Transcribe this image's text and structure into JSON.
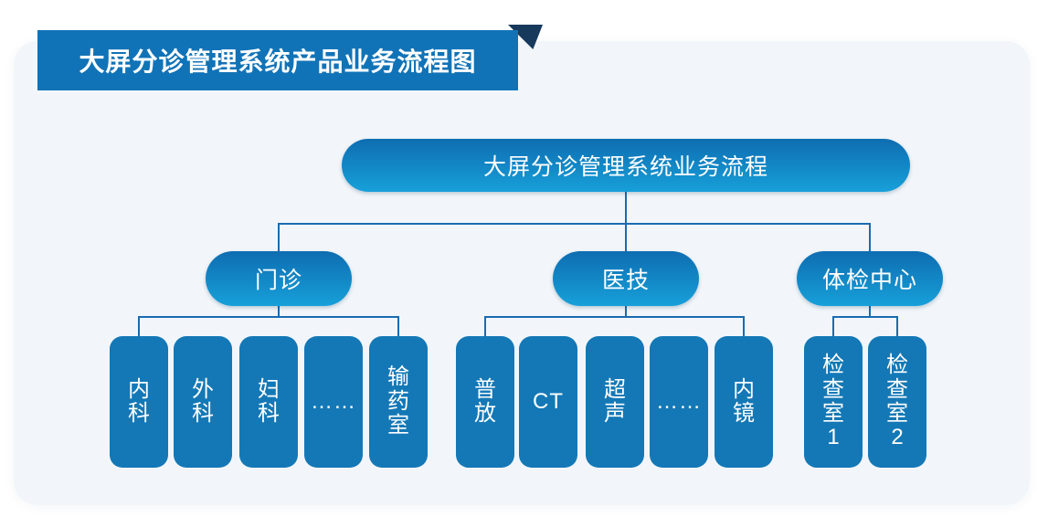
{
  "title": {
    "text": "大屏分诊管理系统产品业务流程图"
  },
  "root": {
    "label": "大屏分诊管理系统业务流程"
  },
  "branches": [
    {
      "label": "门诊",
      "children": [
        {
          "label": "内科",
          "orientation": "vertical"
        },
        {
          "label": "外科",
          "orientation": "vertical"
        },
        {
          "label": "妇科",
          "orientation": "vertical"
        },
        {
          "label": "……",
          "orientation": "horizontal"
        },
        {
          "label": "输药室",
          "orientation": "vertical"
        }
      ]
    },
    {
      "label": "医技",
      "children": [
        {
          "label": "普放",
          "orientation": "vertical"
        },
        {
          "label": "CT",
          "orientation": "horizontal"
        },
        {
          "label": "超声",
          "orientation": "vertical"
        },
        {
          "label": "……",
          "orientation": "horizontal"
        },
        {
          "label": "内镜",
          "orientation": "vertical"
        }
      ]
    },
    {
      "label": "体检中心",
      "children": [
        {
          "label": "检查室1",
          "orientation": "vertical"
        },
        {
          "label": "检查室2",
          "orientation": "vertical"
        }
      ]
    }
  ],
  "colors": {
    "banner": "#1173b7",
    "fold": "#16395c",
    "node_gradient_top": "#0e6db1",
    "node_gradient_bottom": "#17a0d9",
    "leaf": "#1478b6",
    "connector": "#1a6bb0",
    "card_bg": "#f2f6fa",
    "text": "#ffffff"
  }
}
